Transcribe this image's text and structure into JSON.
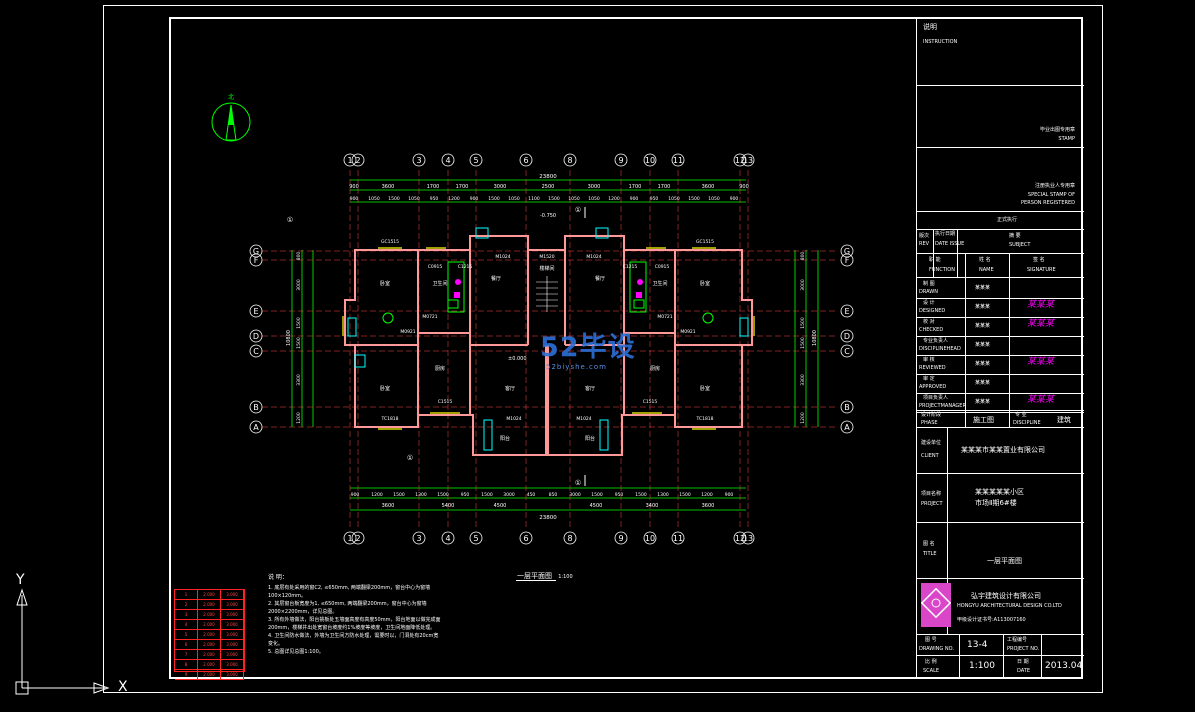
{
  "compass": {
    "label": "北"
  },
  "axes": {
    "top": [
      "1",
      "2",
      "3",
      "4",
      "5",
      "6",
      "8",
      "9",
      "10",
      "11",
      "12",
      "13"
    ],
    "left": [
      "G",
      "F",
      "E",
      "D",
      "C",
      "B",
      "A"
    ],
    "right": [
      "G",
      "F",
      "E",
      "D",
      "C",
      "B",
      "A"
    ]
  },
  "dims": {
    "top_total": "23800",
    "top_row1": [
      "900",
      "3600",
      "1700",
      "1700",
      "3000",
      "2500",
      "3000",
      "1700",
      "1700",
      "3600",
      "900"
    ],
    "top_row2": [
      "900",
      "1050",
      "1500",
      "1050",
      "950",
      "1200",
      "900",
      "1500",
      "1050",
      "1100",
      "1500",
      "1050",
      "1050",
      "1200",
      "900",
      "950",
      "1050",
      "1500",
      "1050",
      "900"
    ],
    "bottom_row1": [
      "900",
      "1200",
      "1500",
      "1300",
      "1500",
      "950",
      "1500",
      "3000",
      "450",
      "850",
      "3000",
      "1500",
      "950",
      "1500",
      "1300",
      "1500",
      "1200",
      "900"
    ],
    "bottom_row2": [
      "3600",
      "5400",
      "4500",
      "4500",
      "3400",
      "3600"
    ],
    "bottom_total": "23800",
    "left_side": [
      "800",
      "3000",
      "1500",
      "1500",
      "3300",
      "1200"
    ],
    "right_side": [
      "800",
      "3000",
      "1500",
      "1500",
      "3300",
      "1200"
    ],
    "left_total": "10800",
    "right_total": "10800"
  },
  "plan": {
    "title": "一层平面图",
    "scale": "1:100",
    "level_top": "-0.750",
    "level_center": "±0.000",
    "rooms": [
      "卧室",
      "卧室",
      "卧室",
      "卧室",
      "客厅",
      "客厅",
      "餐厅",
      "餐厅",
      "厨房",
      "厨房",
      "卫生间",
      "卫生间",
      "阳台",
      "阳台",
      "楼梯间"
    ],
    "codes": [
      "M1024",
      "M1520",
      "M1024",
      "C1515",
      "C1515",
      "M0921",
      "M0921",
      "M0721",
      "M0721",
      "TC1818",
      "TC1818",
      "M1024",
      "M1024",
      "C1215",
      "C1215",
      "C0915",
      "C0915",
      "GC1515",
      "GC1515"
    ],
    "callouts": [
      "①",
      "①",
      "①",
      "①"
    ]
  },
  "watermark": {
    "big": "52毕设",
    "small": "52biyshe.com"
  },
  "notes": {
    "heading": "说 明：",
    "lines": [
      "1. 底层有处采用的窗C2, ≤650mm, 两端翻梁200mm，窗台中心为窗墙",
      "   100×120mm。",
      "2. 其层窗台板宽度为1, ≤650mm, 两端翻梁200mm，窗台中心为窗墙",
      "   2000×2200mm，详见总图。",
      "3. 所有外墙做法，阳台挑板处五墙面高度有高度50mm，阳台地面以做完成面",
      "   200mm，楼梯井出处宽窗台坡度约1%坡度等坡度，卫生间地面降低处理。",
      "4. 卫生间防水做法，外墙为卫生间方防水处理，需要时以，门洞处有20cm宽",
      "   变化。",
      "5. 总图详见总图1:100。"
    ]
  },
  "legend_table": {
    "rows": [
      [
        "1",
        "2.000",
        "3.000"
      ],
      [
        "2",
        "2.000",
        "3.000"
      ],
      [
        "3",
        "2.000",
        "3.000"
      ],
      [
        "4",
        "2.000",
        "3.000"
      ],
      [
        "5",
        "2.000",
        "3.000"
      ],
      [
        "6",
        "2.000",
        "3.000"
      ],
      [
        "7",
        "2.000",
        "3.000"
      ],
      [
        "8",
        "2.000",
        "3.000"
      ],
      [
        "9",
        "2.000",
        "3.000"
      ]
    ]
  },
  "ucs": {
    "x": "X",
    "y": "Y"
  },
  "title_block": {
    "instruction_cn": "说明",
    "instruction_en": "INSTRUCTION",
    "stamp_cn": "毕业出图专用章",
    "stamp_en": "STAMP",
    "reg_cn": "注册执业人专用章",
    "reg_en1": "SPECIAL STAMP OF",
    "reg_en2": "PERSON REGISTERED",
    "official": "正式执行",
    "rev_cn": "版次",
    "rev_en": "REV",
    "date_cn": "执行日期",
    "date_en": "DATE ISSUE",
    "subject_cn": "摘 要",
    "subject_en": "SUBJECT",
    "func_cn": "职 能",
    "func_en": "FUNCTION",
    "name_cn": "姓 名",
    "name_en": "NAME",
    "sig_cn": "签 名",
    "sig_en": "SIGNATURE",
    "roles": [
      {
        "cn": "制 图",
        "en": "DRAWN",
        "name": "某某某",
        "sig": ""
      },
      {
        "cn": "设 计",
        "en": "DESIGNED",
        "name": "某某某",
        "sig": "某某某"
      },
      {
        "cn": "校 对",
        "en": "CHECKED",
        "name": "某某某",
        "sig": "某某某"
      },
      {
        "cn": "专业负责人",
        "en": "DISCIPLINEHEAD",
        "name": "某某某",
        "sig": ""
      },
      {
        "cn": "审 核",
        "en": "REVIEWED",
        "name": "某某某",
        "sig": "某某某"
      },
      {
        "cn": "审 定",
        "en": "APPROVED",
        "name": "某某某",
        "sig": ""
      },
      {
        "cn": "项目负责人",
        "en": "PROJECTMANAGER",
        "name": "某某某",
        "sig": "某某某"
      }
    ],
    "phase_cn": "设计阶段",
    "phase_en": "PHASE",
    "phase_val": "施工图",
    "disc_cn": "专 业",
    "disc_en": "DISCIPLINE",
    "disc_val": "建筑",
    "client_cn": "建设单位",
    "client_en": "CLIENT",
    "client_val": "某某某市某某置业有限公司",
    "project_cn": "项目名称",
    "project_en": "PROJECT",
    "project_val1": "某某某某某小区",
    "project_val2": "市场Ⅱ期6#楼",
    "title_cn": "图 名",
    "title_en": "TITLE",
    "title_val": "一层平面图",
    "company_cn": "弘宇建筑设计有限公司",
    "company_en": "HONGYU ARCHITECTURAL DESIGN CO.LTD",
    "cert": "甲级设计证书号:A113007160",
    "dwgno_cn": "图 号",
    "dwgno_en": "DRAWING NO.",
    "dwgno_val": "13-4",
    "projno_cn": "工程编号",
    "projno_en": "PROJECT NO.",
    "projno_val": "",
    "scale_cn": "比 例",
    "scale_en": "SCALE",
    "scale_val": "1:100",
    "date2_cn": "日 期",
    "date2_en": "DATE",
    "date2_val": "2013.04"
  }
}
